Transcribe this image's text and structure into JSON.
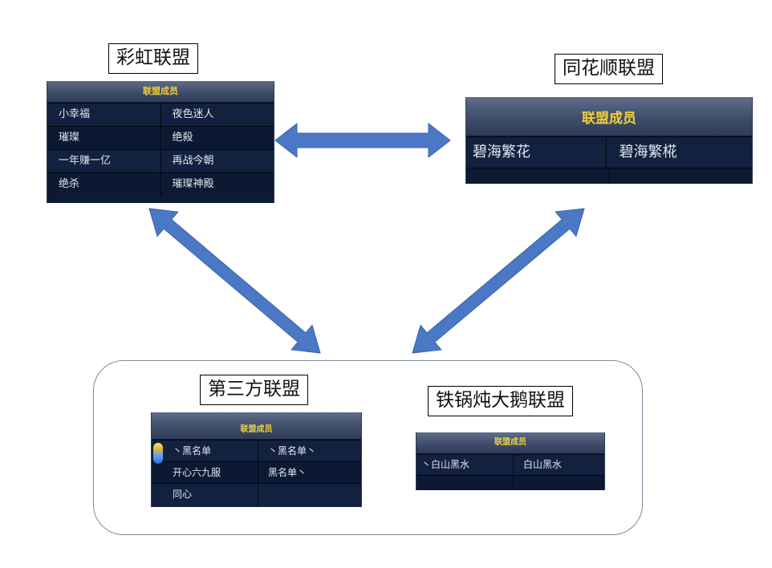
{
  "groups": {
    "rainbow": {
      "name": "彩虹联盟",
      "header": "联盟成员",
      "rows": [
        [
          "小幸福",
          "夜色迷人"
        ],
        [
          "璀璨",
          "绝殺"
        ],
        [
          "一年赚一亿",
          "再战今朝"
        ],
        [
          "绝杀",
          "璀璨神殿"
        ]
      ]
    },
    "tonghuashun": {
      "name": "同花顺联盟",
      "header": "联盟成员",
      "rows": [
        [
          "碧海繁花",
          "碧海繁椛"
        ],
        [
          "",
          ""
        ]
      ]
    },
    "third": {
      "name": "第三方联盟",
      "header": "联盟成员",
      "rows": [
        [
          "丶黑名单",
          "丶黑名单丶"
        ],
        [
          "开心六九服",
          "黑名单丶"
        ],
        [
          "同心",
          ""
        ]
      ]
    },
    "goose": {
      "name": "铁锅炖大鹅联盟",
      "header": "联盟成员",
      "rows": [
        [
          "丶白山黑水",
          "白山黑水"
        ],
        [
          "",
          ""
        ]
      ]
    }
  },
  "colors": {
    "arrow": "#4a78c4",
    "arrow_outline": "#3a63a8",
    "panel_bg": "#0d1a33",
    "panel_header_text": "#f1cf3a",
    "frame": "#7c8a9e"
  }
}
